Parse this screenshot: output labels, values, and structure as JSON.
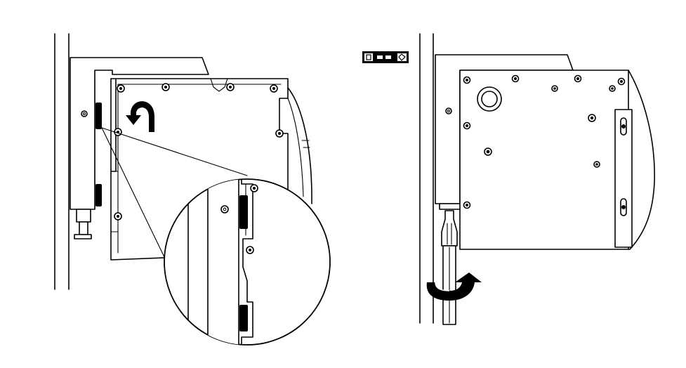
{
  "figure": {
    "panels": [
      {
        "id": "left",
        "action_icon": "rotate-ccw-arrow-icon",
        "inset": "magnified-latch-detail"
      },
      {
        "id": "right",
        "indicator_icon": "spirit-level-icon",
        "tool": "screwdriver-icon",
        "action_icon": "rotate-arrow-icon"
      }
    ]
  },
  "colors": {
    "line": "#000000",
    "background": "#ffffff"
  }
}
